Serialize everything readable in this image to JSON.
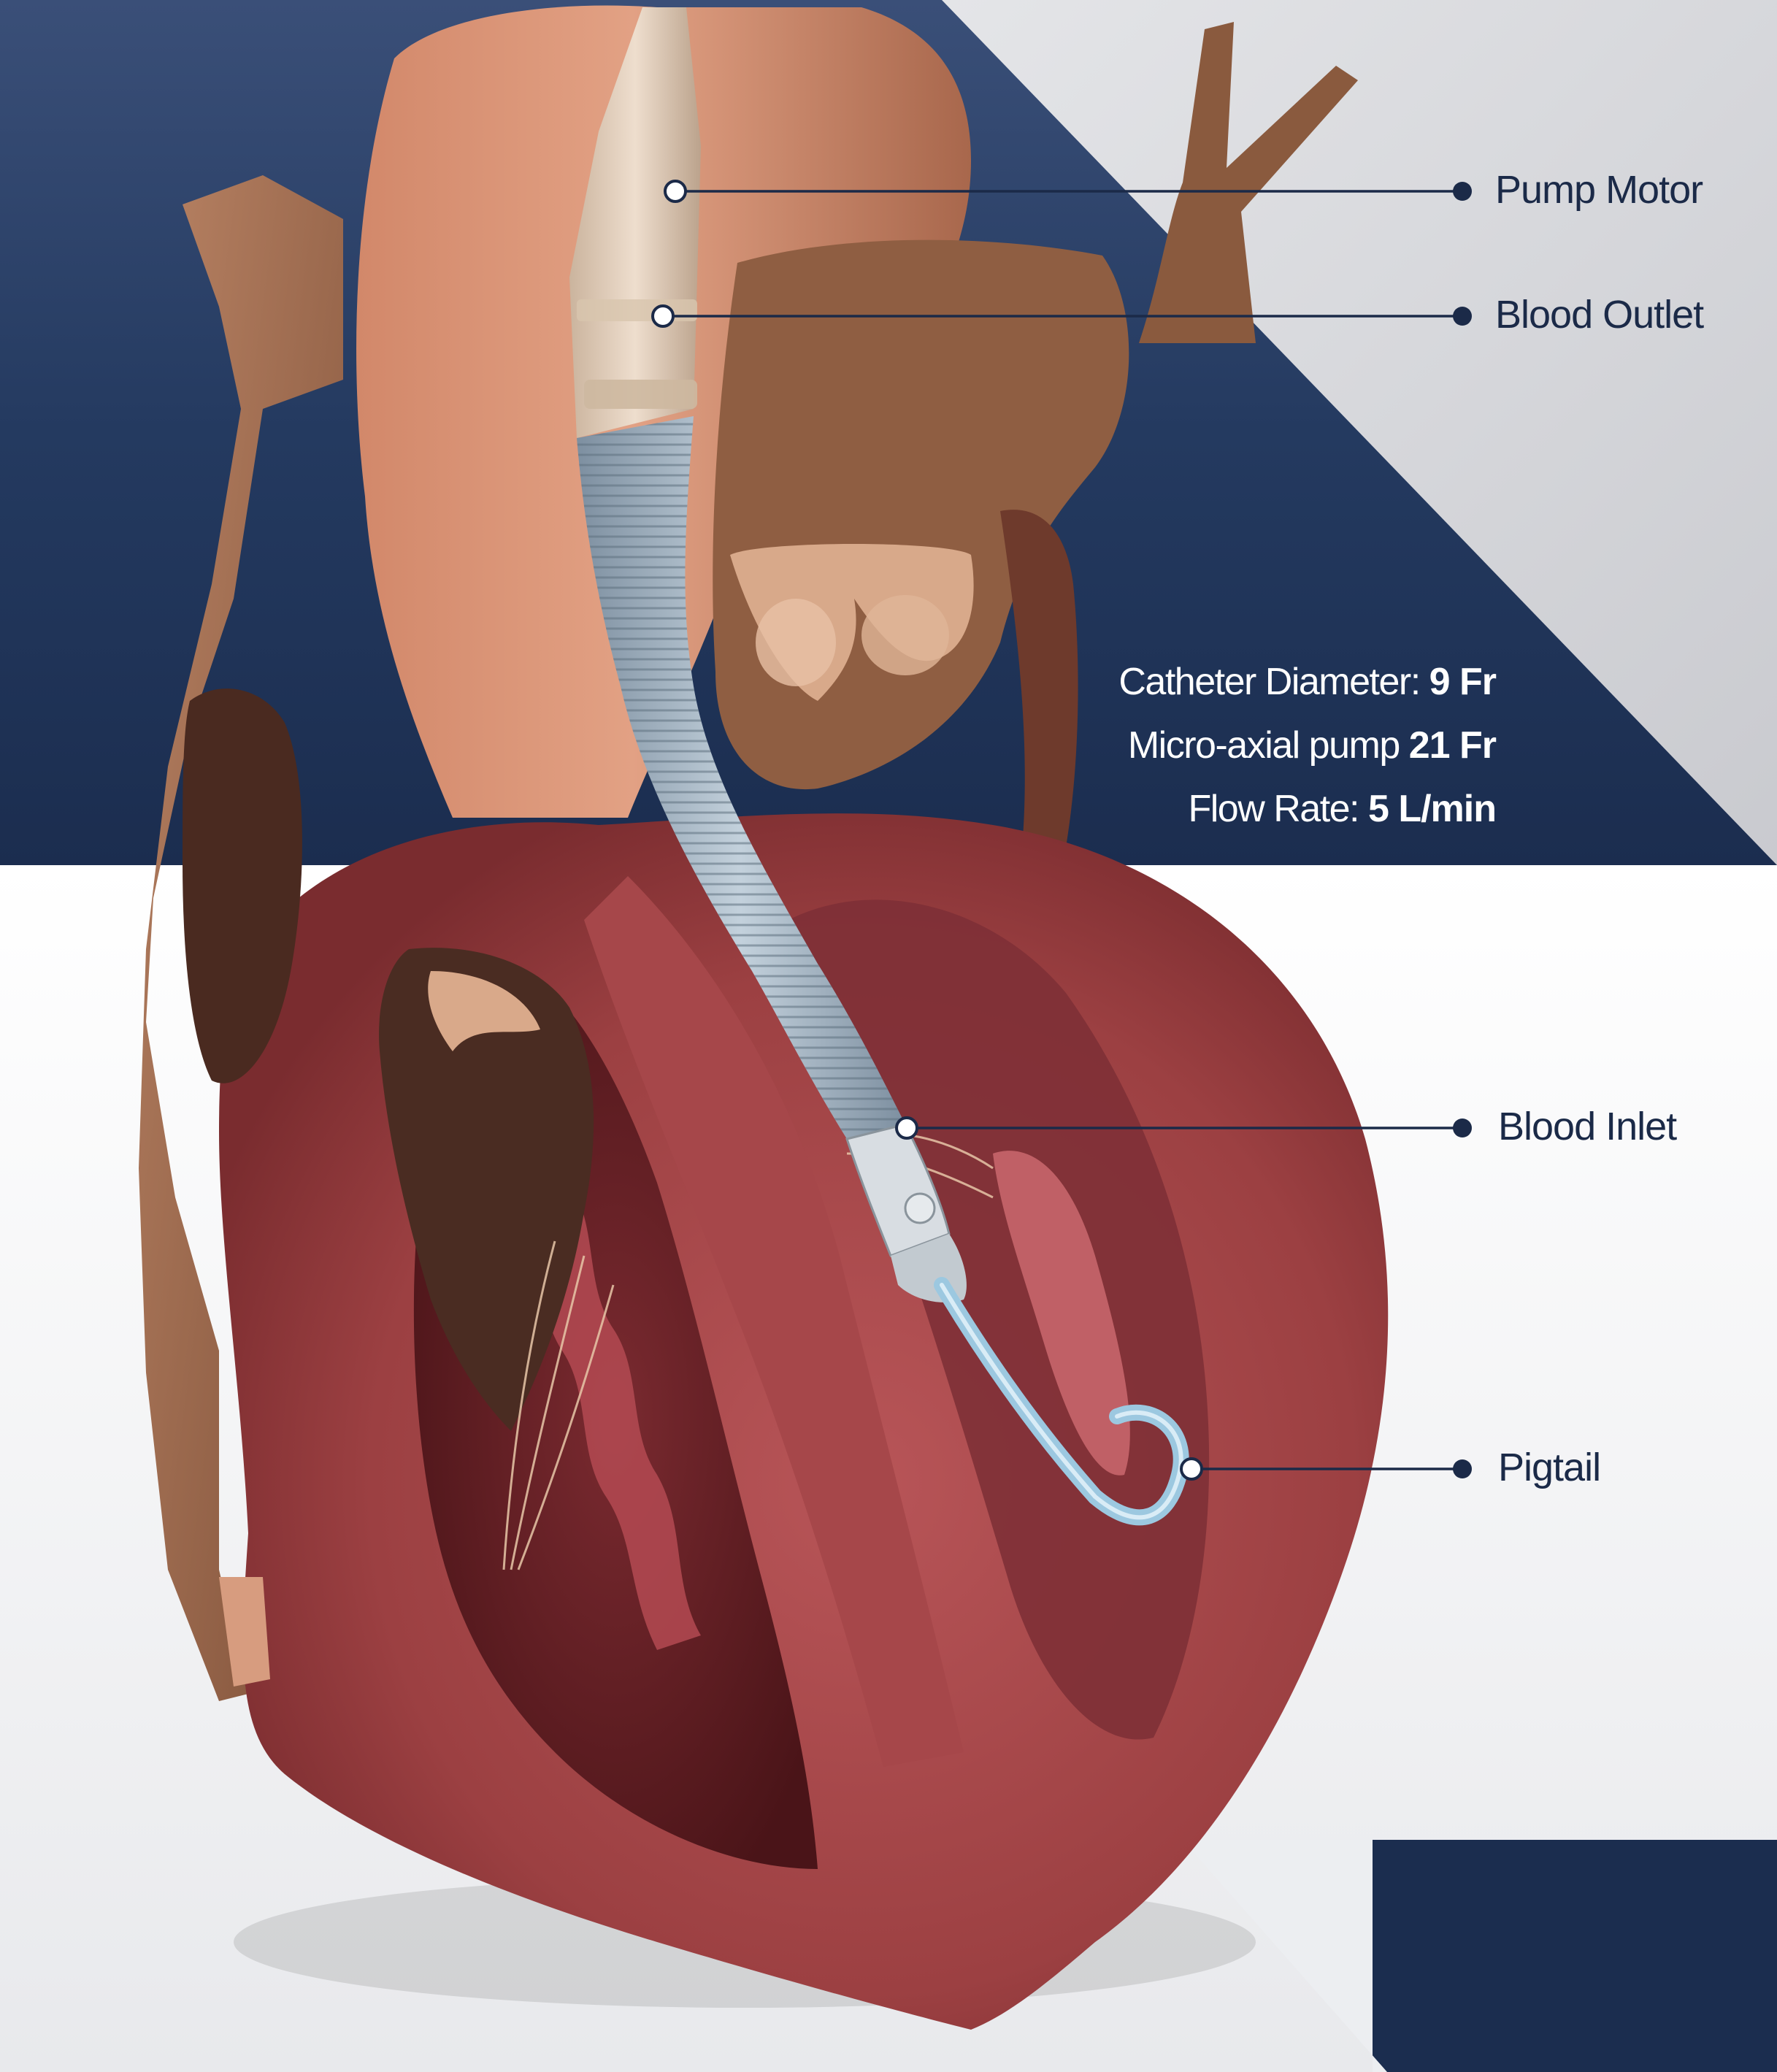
{
  "labels": {
    "pump_motor": "Pump Motor",
    "blood_outlet": "Blood Outlet",
    "blood_inlet": "Blood Inlet",
    "pigtail": "Pigtail"
  },
  "specs": {
    "catheter_diameter_label": "Catheter Diameter:",
    "catheter_diameter_value": "9 Fr",
    "pump_label": "Micro-axial pump",
    "pump_value": "21 Fr",
    "flow_rate_label": "Flow Rate:",
    "flow_rate_value": "5 L/min"
  },
  "colors": {
    "navy": "#1b2a48",
    "light_gray": "#d5d6da",
    "catheter_blue": "#9cc8e0",
    "myocardium": "#a94a4c",
    "aorta": "#c87d62"
  }
}
